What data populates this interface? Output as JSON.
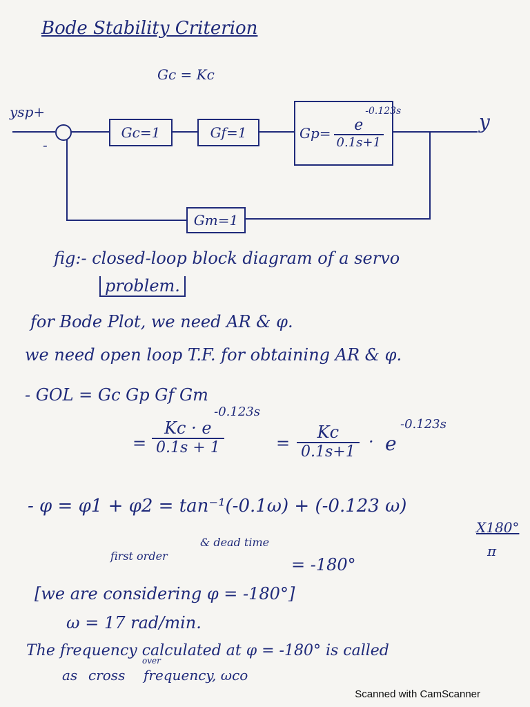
{
  "title": "Bode Stability Criterion",
  "diagram": {
    "kc_note": "Gc = Kc",
    "input": "ysp+",
    "minus": "-",
    "output": "y",
    "gc": "Gc=1",
    "gf": "Gf=1",
    "gp_label": "Gp=",
    "gp_num": "e",
    "gp_exp": "-0.123s",
    "gp_den": "0.1s+1",
    "gm": "Gm=1"
  },
  "caption": {
    "line1": "fig:- closed-loop block diagram of a servo",
    "line2": "problem."
  },
  "notes": {
    "l1": "for Bode Plot, we need AR & φ.",
    "l2": "we need open loop T.F. for obtaining AR & φ.",
    "l3": "- GOL = Gc Gp Gf Gm",
    "eq_prefix": "=",
    "frac1_num": "Kc · e",
    "frac1_exp": "-0.123s",
    "frac1_den": "0.1s + 1",
    "eq2": "=",
    "frac2_num": "Kc",
    "frac2_den": "0.1s+1",
    "dot": "·",
    "e_term": "e",
    "e_exp": "-0.123s",
    "phi_eq": "- φ = φ1 + φ2 = tan⁻¹(-0.1ω) + (-0.123 ω)",
    "x180": "X180°",
    "pi": "π",
    "first_order": "first order",
    "dead_time": "& dead time",
    "eq_minus180": "= -180°",
    "considering": "[we are considering φ = -180°]",
    "omega": "ω = 17 rad/min.",
    "freq1": "The frequency calculated at φ = -180° is called",
    "freq2_as": "as",
    "freq2_cross": "cross",
    "freq2_over": "over",
    "freq2_rest": "frequency, ωco"
  },
  "footer": "Scanned with CamScanner"
}
